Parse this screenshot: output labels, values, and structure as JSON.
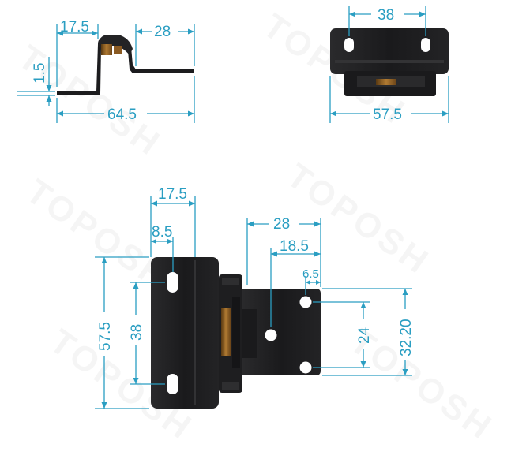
{
  "watermark": "TOPOSH",
  "colors": {
    "dimension": "#2a9ec2",
    "hinge_body": "#1c1c1e",
    "hinge_edge": "#3a3a3c",
    "brass": "#9a6a2a",
    "background": "#ffffff"
  },
  "side_view": {
    "dims": {
      "top_left": "17.5",
      "top_right": "28",
      "thickness": "1.5",
      "overall": "64.5"
    }
  },
  "top_view": {
    "dims": {
      "hole_spacing": "38",
      "overall": "57.5"
    }
  },
  "main_view": {
    "dims": {
      "frame_width": "17.5",
      "hole_offset": "8.5",
      "wing_width": "28",
      "wing_hole_offset": "18.5",
      "wing_small_offset": "6.5",
      "overall_height": "57.5",
      "hole_spacing": "38",
      "wing_hole_spacing": "24",
      "wing_height": "32.20"
    }
  }
}
